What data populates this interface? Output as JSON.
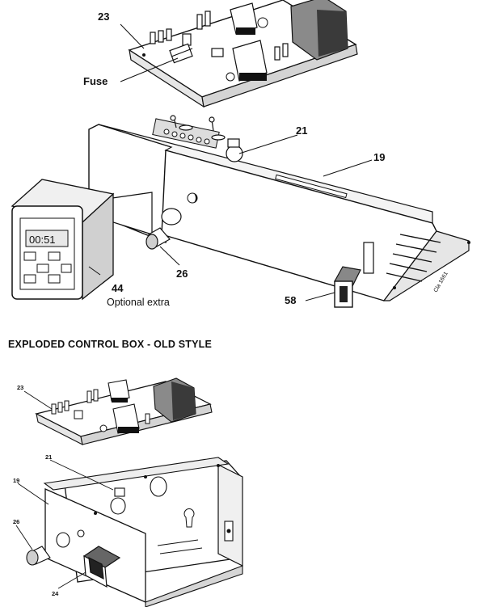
{
  "section_heading": "EXPLODED CONTROL BOX - OLD STYLE",
  "timer_display": "00:51",
  "top_diagram": {
    "labels": {
      "pcb": "23",
      "fuse": "Fuse",
      "knob_shaft": "21",
      "chassis": "19",
      "control_knob": "26",
      "timer": "44",
      "timer_note": "Optional extra",
      "switch": "58",
      "drawing_ref": "Cla 1661"
    }
  },
  "bottom_diagram": {
    "labels": {
      "pcb": "23",
      "knob_shaft": "21",
      "chassis": "19",
      "control_knob": "26",
      "switch": "24"
    }
  }
}
